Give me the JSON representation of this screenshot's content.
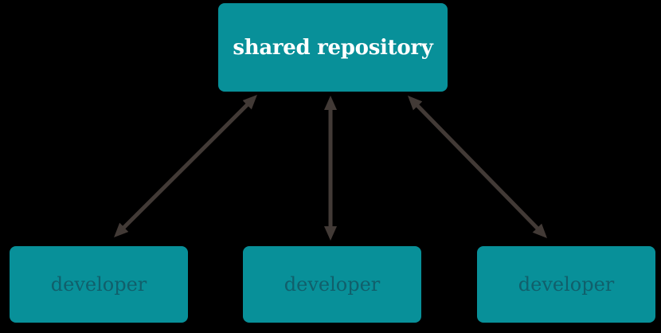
{
  "diagram": {
    "type": "graph",
    "nodes": [
      {
        "id": "shared-repository",
        "label": "shared repository",
        "shape": "rounded-rectangle"
      },
      {
        "id": "developer-1",
        "label": "developer",
        "shape": "rounded-rectangle"
      },
      {
        "id": "developer-2",
        "label": "developer",
        "shape": "rounded-rectangle"
      },
      {
        "id": "developer-3",
        "label": "developer",
        "shape": "rounded-rectangle"
      }
    ],
    "edges": [
      {
        "from": "shared-repository",
        "to": "developer-1",
        "style": "double-headed-arrow"
      },
      {
        "from": "shared-repository",
        "to": "developer-2",
        "style": "double-headed-arrow"
      },
      {
        "from": "shared-repository",
        "to": "developer-3",
        "style": "double-headed-arrow"
      }
    ],
    "colors": {
      "node_fill": "#089099",
      "repository_label_text": "#FFFFFF",
      "developer_label_text": "#115F6B",
      "arrow": "#423A36",
      "background": "#000000"
    }
  }
}
